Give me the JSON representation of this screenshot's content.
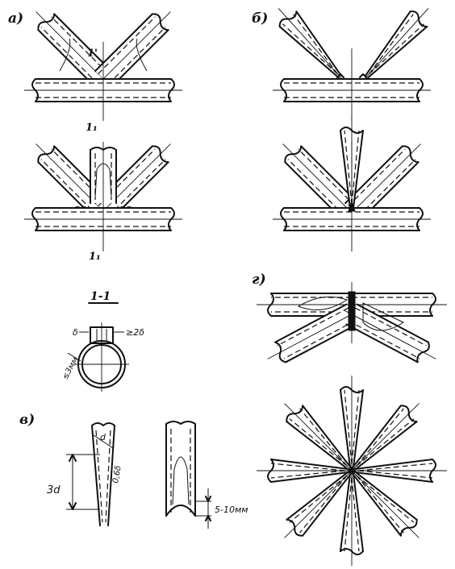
{
  "labels": {
    "panel_a": "а)",
    "panel_b": "б)",
    "panel_v": "в)",
    "panel_g": "г)",
    "section_mark_top": "1'",
    "section_mark_bottom_1": "1₁",
    "section_mark_bottom_2": "1₁",
    "section_title": "1-1",
    "dim_delta": "δ",
    "dim_2delta": "≥2δ",
    "dim_3mm": "≤3мм",
    "dim_3d": "3d",
    "dim_d": "d",
    "dim_06d": "0,6δ",
    "dim_5_10mm": "5-10мм"
  }
}
